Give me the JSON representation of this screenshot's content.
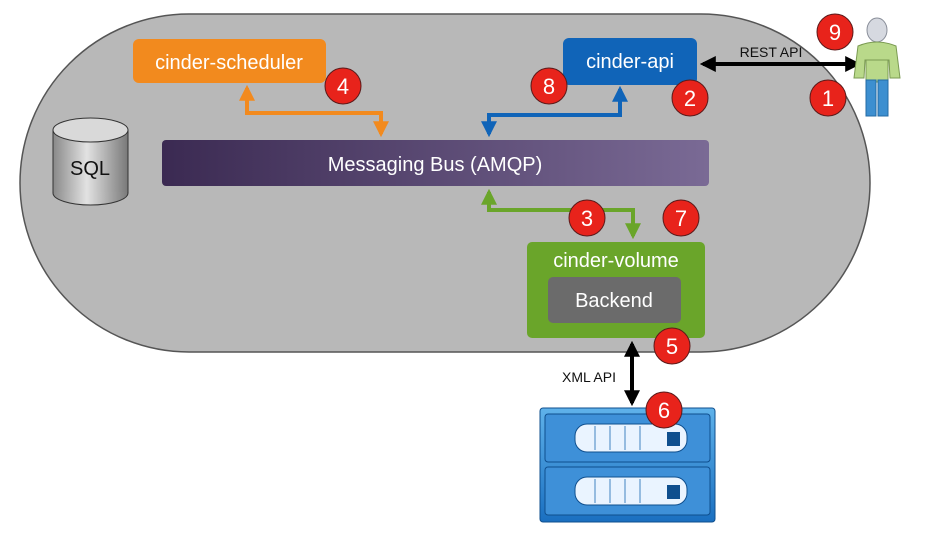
{
  "components": {
    "scheduler": "cinder-scheduler",
    "api": "cinder-api",
    "bus": "Messaging Bus (AMQP)",
    "volume": "cinder-volume",
    "backend": "Backend",
    "sql": "SQL"
  },
  "links": {
    "rest_api": "REST API",
    "xml_api": "XML API"
  },
  "steps": [
    "1",
    "2",
    "3",
    "4",
    "5",
    "6",
    "7",
    "8",
    "9"
  ],
  "colors": {
    "scheduler": "#f28a1e",
    "api": "#1064b8",
    "volume": "#6aa52a",
    "bus_start": "#3b2a52",
    "bus_end": "#7a6a95",
    "badge": "#e8231b",
    "cloud": "#b8b8b8"
  }
}
